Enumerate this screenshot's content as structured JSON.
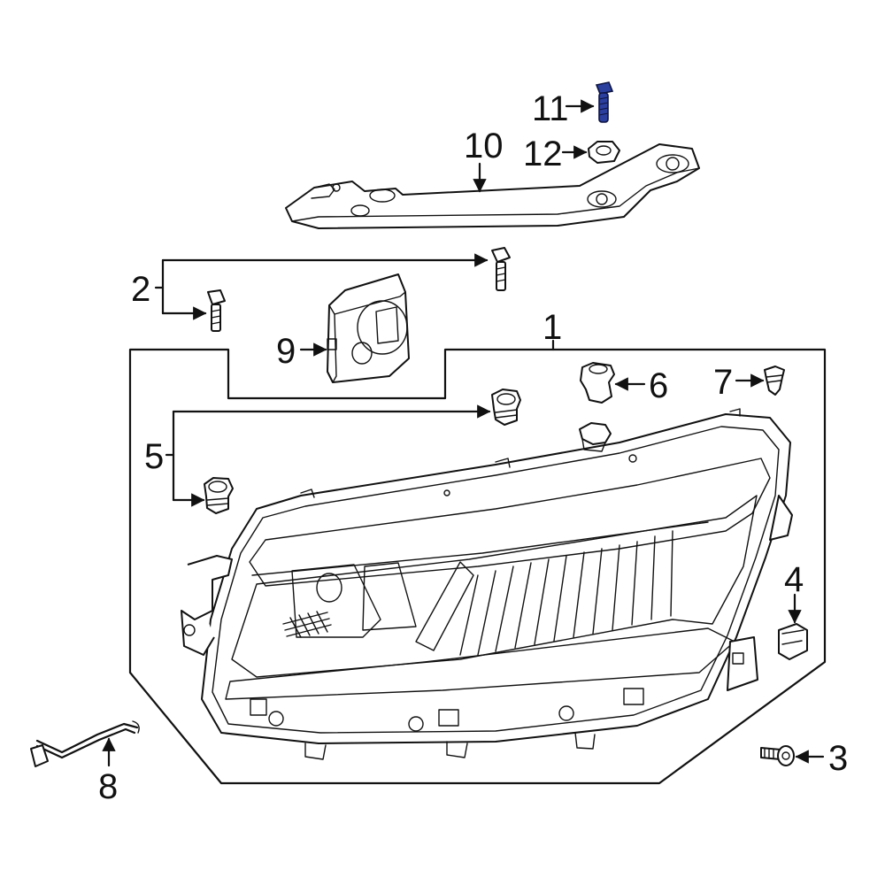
{
  "diagram": {
    "callouts": [
      {
        "id": "1",
        "label": "1"
      },
      {
        "id": "2",
        "label": "2"
      },
      {
        "id": "3",
        "label": "3"
      },
      {
        "id": "4",
        "label": "4"
      },
      {
        "id": "5",
        "label": "5"
      },
      {
        "id": "6",
        "label": "6"
      },
      {
        "id": "7",
        "label": "7"
      },
      {
        "id": "8",
        "label": "8"
      },
      {
        "id": "9",
        "label": "9"
      },
      {
        "id": "10",
        "label": "10"
      },
      {
        "id": "11",
        "label": "11"
      },
      {
        "id": "12",
        "label": "12"
      }
    ],
    "highlighted_part": "11",
    "colors": {
      "highlight": "#2a3f9e",
      "line": "#111111",
      "background": "#ffffff"
    }
  }
}
